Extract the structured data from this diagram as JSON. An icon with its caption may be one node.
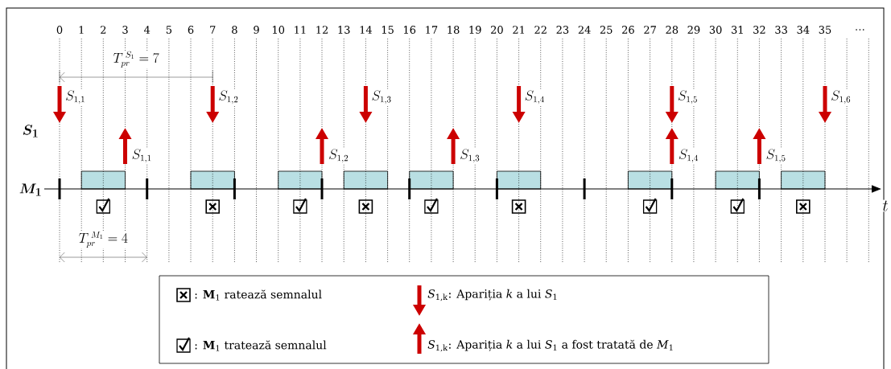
{
  "diagram": {
    "labels": [
      "0",
      "1",
      "2",
      "3",
      "4",
      "5",
      "6",
      "7",
      "8",
      "9",
      "10",
      "11",
      "12",
      "13",
      "14",
      "15",
      "16",
      "17",
      "18",
      "19",
      "20",
      "21",
      "22",
      "23",
      "24",
      "25",
      "26",
      "27",
      "28",
      "29",
      "30",
      "31",
      "32",
      "33",
      "34",
      "35",
      "…",
      "T_{pr}^{\\;S_1} = 7",
      "S_{1,1}",
      "S_{1,2}",
      "S_{1,3}",
      "S_{1,4}",
      "S_{1,5}",
      "S_{1,6}",
      "S_1",
      "S_{1,1}",
      "S_{1,2}",
      "S_{1,3}",
      "S_{1,4}",
      "S_{1,5}",
      "M_1",
      "t",
      "T_{pr}^{\\;M_1} = 4"
    ],
    "legend": [
      {
        "text": ": **M**$_{1}$ ratează semnalul"
      },
      {
        "text": "*S*$_{1,k}$:  Apariția *k* a lui *S*$_{1}$"
      },
      {
        "text": ": **M**$_{1}$ tratează semnalul"
      },
      {
        "text": "*S*$_{1,k}$:  Apariția *k* a lui *S*$_{1}$ a fost tratată de *M*$_{1}$"
      }
    ]
  }
}
